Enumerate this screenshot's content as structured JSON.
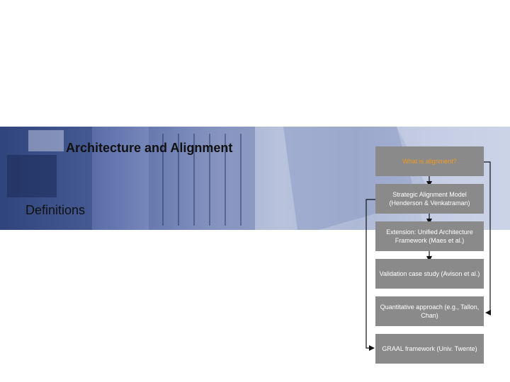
{
  "slide": {
    "title": "Architecture and Alignment",
    "subtitle": "Definitions"
  },
  "flow": {
    "items": [
      {
        "label": "What is alignment?",
        "highlight": true
      },
      {
        "label": "Strategic Alignment Model (Henderson & Venkatraman)",
        "highlight": false
      },
      {
        "label": "Extension: Unified Architecture Framework (Maes et al.)",
        "highlight": false
      },
      {
        "label": "Validation case study (Avison et al.)",
        "highlight": false
      },
      {
        "label": "Quantitative approach (e.g., Tallon, Chan)",
        "highlight": false
      },
      {
        "label": "GRAAL framework (Univ. Twente)",
        "highlight": false
      }
    ]
  },
  "colors": {
    "box_fill": "#8a8a8a",
    "highlight_text": "#f29a1e",
    "box_text": "#ffffff",
    "banner": "#a4b0d2"
  }
}
